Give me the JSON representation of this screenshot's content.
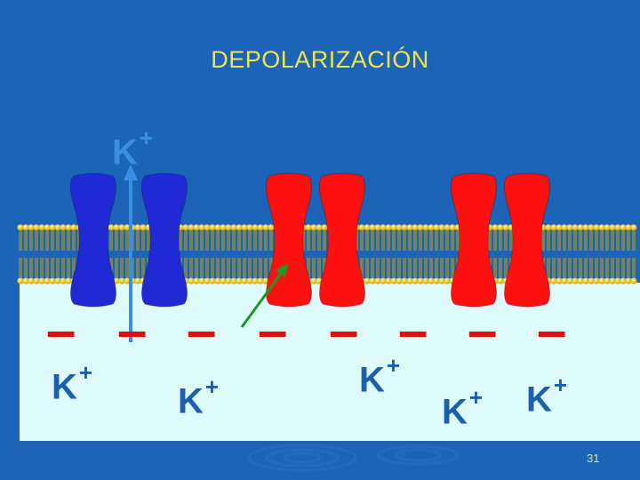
{
  "title": "DEPOLARIZACIÓN",
  "ions": {
    "top": "K",
    "bottom": [
      "K",
      "K",
      "K",
      "K",
      "K"
    ],
    "charge": "+"
  },
  "membrane_charges": [
    "–",
    "–",
    "–",
    "–",
    "–",
    "–",
    "–",
    "–"
  ],
  "channels": [
    {
      "color": "#1f2ad4",
      "state": "open"
    },
    {
      "color": "#ff1010",
      "state": "closed"
    },
    {
      "color": "#ff1010",
      "state": "closed"
    }
  ],
  "colors": {
    "background": "#1c64b8",
    "cytoplasm": "#dffafa",
    "title": "#f2e34a",
    "charge": "#e01010",
    "ion": "#1a5fb0",
    "efflux_arrow": "#3a8fe0",
    "pointer_arrow": "#1a9a2a"
  },
  "page_number": "31"
}
